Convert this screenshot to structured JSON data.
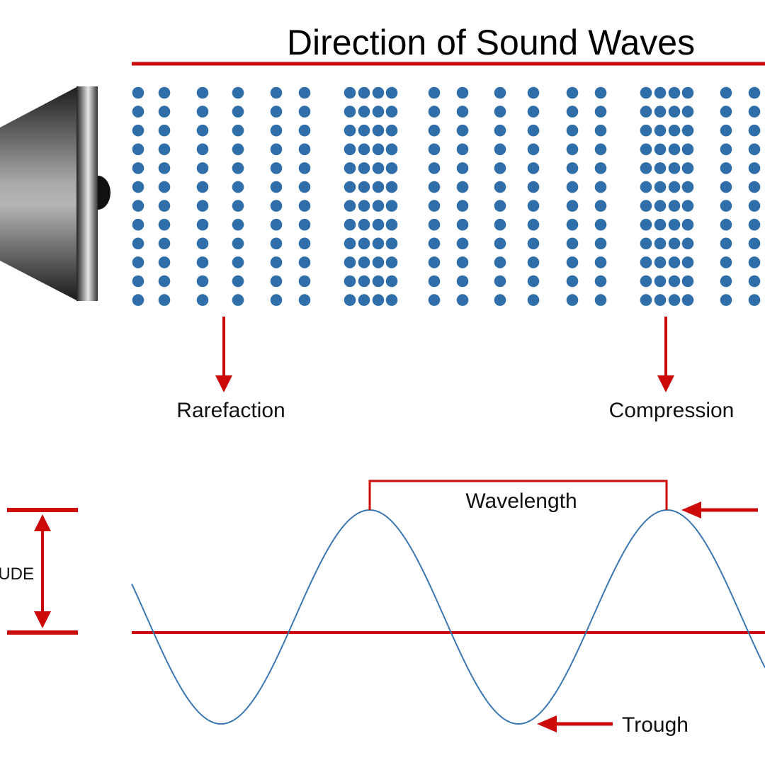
{
  "title": "Direction of Sound Waves",
  "labels": {
    "rarefaction": "Rarefaction",
    "compression": "Compression",
    "wavelength": "Wavelength",
    "trough": "Trough",
    "amplitude_partial": "UDE"
  },
  "colors": {
    "accent_red": "#cc0a0a",
    "particle_blue": "#2f6ea8",
    "wave_blue": "#3a77b2"
  },
  "icons": [
    "speaker-icon",
    "arrow-down-icon",
    "arrow-left-icon",
    "double-arrow-icon"
  ]
}
